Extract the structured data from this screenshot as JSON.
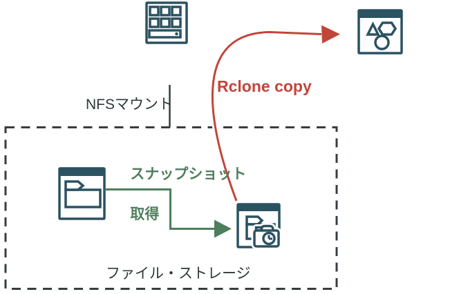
{
  "diagram": {
    "type": "architecture-flow",
    "labels": {
      "nfs_mount": "NFSマウント",
      "rclone_copy": "Rclone copy",
      "snapshot_line1": "スナップショット",
      "snapshot_line2": "取得",
      "file_storage_zone": "ファイル・ストレージ"
    },
    "nodes": [
      {
        "id": "nas",
        "icon": "nas-storage-icon"
      },
      {
        "id": "object-storage",
        "icon": "object-storage-icon"
      },
      {
        "id": "file-storage-server",
        "icon": "file-storage-window-icon"
      },
      {
        "id": "snapshot",
        "icon": "snapshot-camera-icon"
      }
    ],
    "edges": [
      {
        "from": "nas",
        "to": "file-storage-zone",
        "label": "NFSマウント",
        "style": "plain-line",
        "color": "#363d40"
      },
      {
        "from": "file-storage-server",
        "to": "snapshot",
        "label": "スナップショット取得",
        "style": "elbow-arrow",
        "color": "#4e7e5d"
      },
      {
        "from": "snapshot",
        "to": "object-storage",
        "label": "Rclone copy",
        "style": "curved-arrow",
        "color": "#c2453a"
      }
    ],
    "colors": {
      "icon_stroke": "#2b5261",
      "arrow_red": "#c2453a",
      "arrow_green": "#4e7e5d",
      "text_dark": "#2f373a",
      "zone_border": "#363d40",
      "background": "#ffffff"
    }
  }
}
